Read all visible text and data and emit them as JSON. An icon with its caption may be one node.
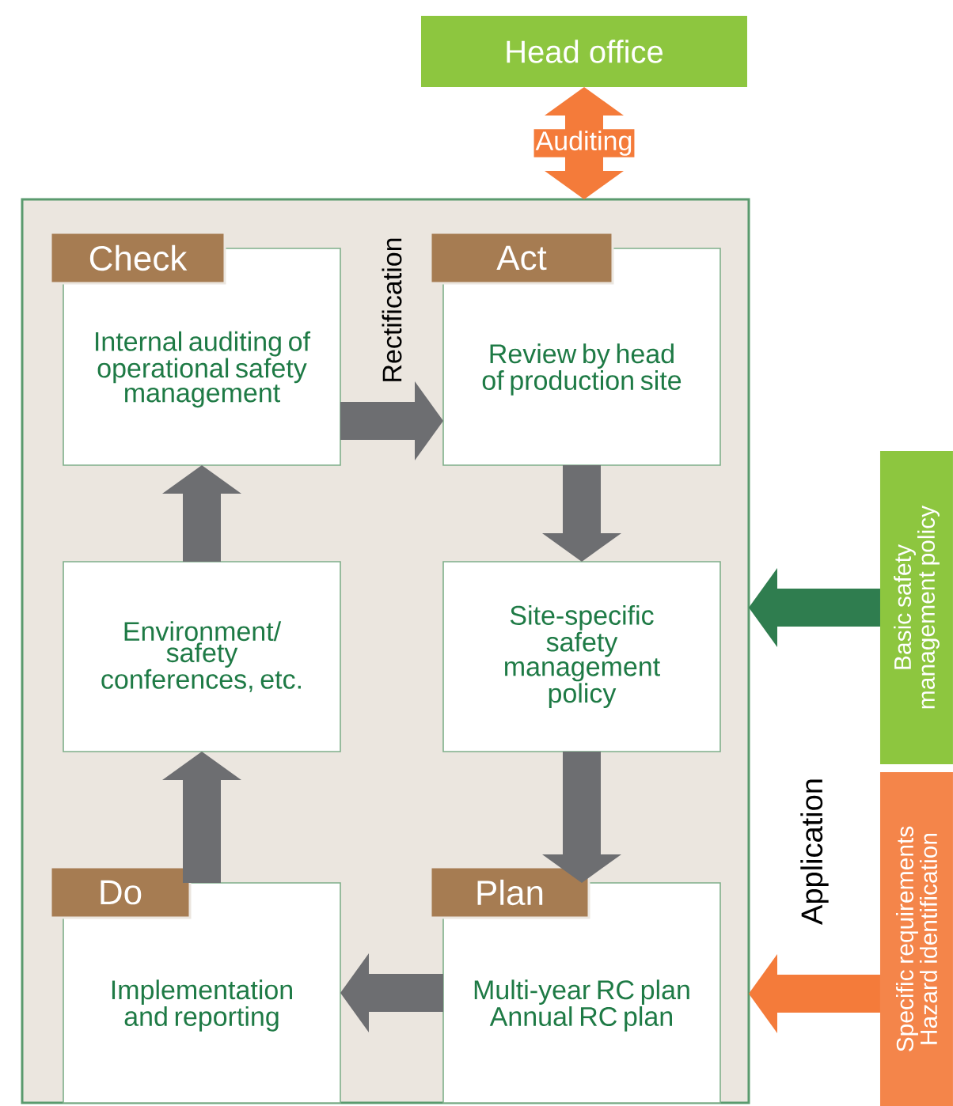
{
  "diagram": {
    "nodes": [
      {
        "text": [
          "Head office"
        ]
      },
      {
        "text": [],
        "shape": "box"
      },
      {
        "text": [
          "Check",
          "Internal auditing of operational safety management"
        ],
        "in": 1
      },
      {
        "text": [
          "Act",
          "Review by head of production site"
        ],
        "in": 1
      },
      {
        "text": [
          "Site-specific safety management policy"
        ],
        "in": 1
      },
      {
        "text": [
          "Environment/ safety conferences, etc."
        ],
        "in": 1
      },
      {
        "text": [
          "Do",
          "Implementation and reporting"
        ],
        "in": 1
      },
      {
        "text": [
          "Plan",
          "Multi-year RC plan",
          "Annual RC plan"
        ],
        "in": 1
      },
      {
        "text": [
          "Basic safety management policy"
        ]
      },
      {
        "text": [
          "Specific requirements Hazard identification"
        ]
      }
    ],
    "edges": [
      {
        "from": 0,
        "to": 1,
        "arrow": "both",
        "label": "Auditing",
        "color": "#f47b3a"
      },
      {
        "from": 2,
        "to": 3,
        "arrow": "to",
        "label": "Rectification"
      },
      {
        "from": 3,
        "to": 4,
        "arrow": "to"
      },
      {
        "from": 4,
        "to": 7,
        "arrow": "to"
      },
      {
        "from": 7,
        "to": 6,
        "arrow": "to"
      },
      {
        "from": 6,
        "to": 5,
        "arrow": "to"
      },
      {
        "from": 5,
        "to": 2,
        "arrow": "to"
      },
      {
        "from": 8,
        "to": 1,
        "arrow": "to",
        "color": "#2f7d4f"
      },
      {
        "from": 9,
        "to": 1,
        "arrow": "to",
        "label": "Application",
        "color": "#f47b3a"
      }
    ]
  }
}
